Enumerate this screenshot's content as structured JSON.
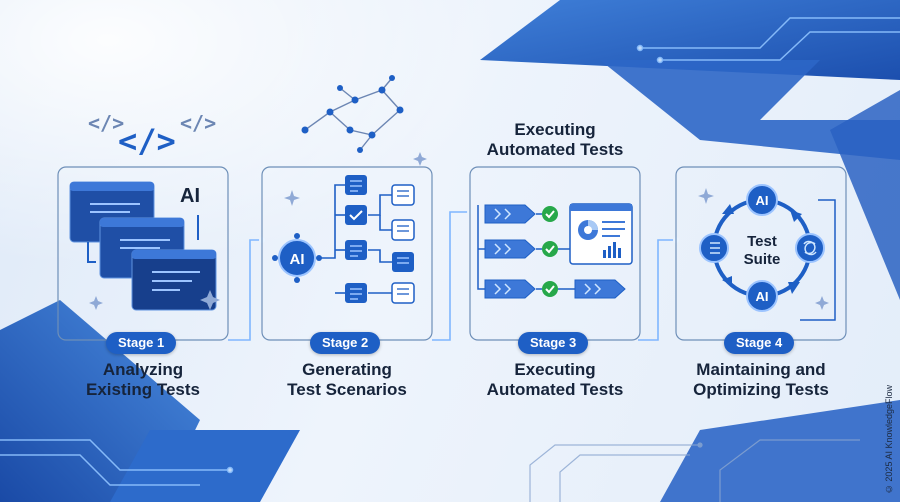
{
  "top_heading": {
    "line1": "Executing",
    "line2": "Automated Tests"
  },
  "stages": [
    {
      "badge": "Stage 1",
      "title_line1": "Analyzing",
      "title_line2": "Existing Tests",
      "icon_label": "AI"
    },
    {
      "badge": "Stage 2",
      "title_line1": "Generating",
      "title_line2": "Test Scenarios",
      "icon_label": "AI"
    },
    {
      "badge": "Stage 3",
      "title_line1": "Executing",
      "title_line2": "Automated Tests"
    },
    {
      "badge": "Stage 4",
      "title_line1": "Maintaining and",
      "title_line2": "Optimizing Tests",
      "center_line1": "Test",
      "center_line2": "Suite",
      "node_top": "AI",
      "node_bottom": "AI"
    }
  ],
  "credit": "© 2025 AI KnowledgeFlow",
  "colors": {
    "primary": "#1e5fc5",
    "dark": "#16243b",
    "green": "#27a84a",
    "panel_border": "#6e8fb8"
  }
}
